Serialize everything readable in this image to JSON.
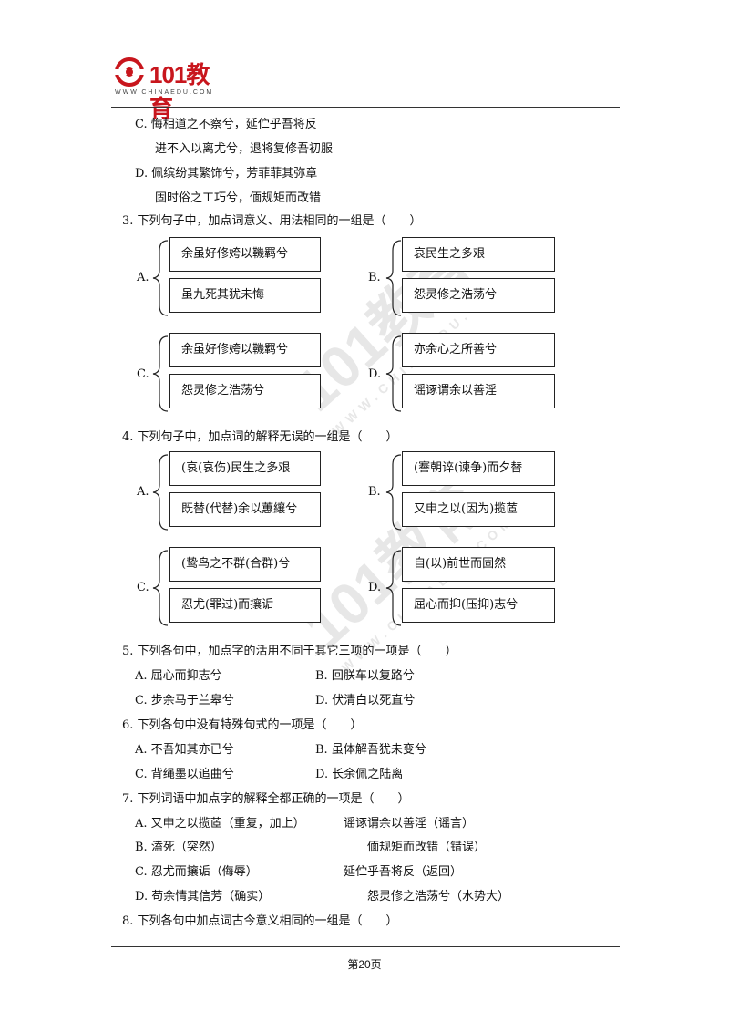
{
  "header": {
    "logo_text": "101教育",
    "logo_sub": "WWW.CHINAEDU.COM"
  },
  "watermark": {
    "text": "101教育",
    "sub": "WWW.CHINAEDU.COM"
  },
  "lines": [
    "C. 悔相道之不察兮，延伫乎吾将反",
    "进不入以离尤兮，退将复修吾初服",
    "D. 佩缤纷其繁饰兮，芳菲菲其弥章",
    "固时俗之工巧兮，偭规矩而改错",
    "3. 下列句子中，加点词意义、用法相同的一组是（　　）",
    "4. 下列句子中，加点词的解释无误的一组是（　　）",
    "5. 下列各句中，加点字的活用不同于其它三项的一项是（　　）",
    "A. 屈心而抑志兮",
    "B. 回朕车以复路兮",
    "C. 步余马于兰皋兮",
    "D. 伏清白以死直兮",
    "6. 下列各句中没有特殊句式的一项是（　　）",
    "A. 不吾知其亦已兮",
    "B. 虽体解吾犹未变兮",
    "C. 背绳墨以追曲兮",
    "D. 长余佩之陆离",
    "7. 下列词语中加点字的解释全都正确的一项是（　　）",
    "A. 又申之以揽茝（重复，加上）",
    "谣诼谓余以善淫（谣言）",
    "B. 溘死（突然）",
    "偭规矩而改错（错误）",
    "C. 忍尤而攘诟（侮辱）",
    "延伫乎吾将反（返回）",
    "D. 苟余情其信芳（确实）",
    "怨灵修之浩荡兮（水势大）",
    "8. 下列各句中加点词古今意义相同的一组是（　　）"
  ],
  "q3": {
    "A": {
      "label": "A.",
      "top": "余虽好修姱以鞿羁兮",
      "bottom": "虽九死其犹未悔"
    },
    "B": {
      "label": "B.",
      "top": "哀民生之多艰",
      "bottom": "怨灵修之浩荡兮"
    },
    "C": {
      "label": "C.",
      "top": "余虽好修姱以鞿羁兮",
      "bottom": "怨灵修之浩荡兮"
    },
    "D": {
      "label": "D.",
      "top": "亦余心之所善兮",
      "bottom": "谣诼谓余以善淫"
    }
  },
  "q4": {
    "A": {
      "label": "A.",
      "top": "(哀(哀伤)民生之多艰",
      "bottom": "既替(代替)余以蕙纕兮"
    },
    "B": {
      "label": "B.",
      "top": "(謇朝谇(谏争)而夕替",
      "bottom": "又申之以(因为)揽茝"
    },
    "C": {
      "label": "C.",
      "top": "(鸷鸟之不群(合群)兮",
      "bottom": "忍尤(罪过)而攘诟"
    },
    "D": {
      "label": "D.",
      "top": "自(以)前世而固然",
      "bottom": "屈心而抑(压抑)志兮"
    }
  },
  "footer": {
    "page": "第20页"
  }
}
